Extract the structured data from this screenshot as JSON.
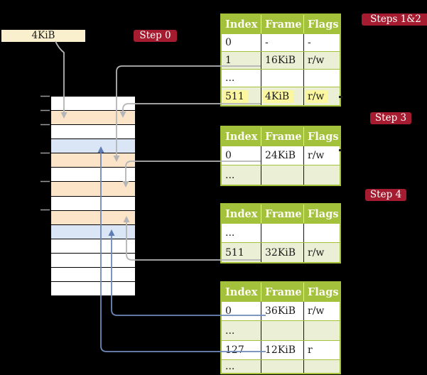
{
  "diagram_title": "page-table walk diagram",
  "colors": {
    "background": "#000000",
    "badge": "#A51C30",
    "table_header": "#A4C13C",
    "table_row_alt": "#EAEFD5",
    "table_border": "#A4C13C",
    "frame_label_bg": "#FBF0CE",
    "pagetable_frame": "#FCE4C9",
    "mapped_page": "#DAE5F5",
    "free_frame": "#FFFFFF",
    "highlight": "#FBF7A0",
    "gray_line": "#B3B5B7",
    "blue_line": "#6D89BA"
  },
  "frame_label": {
    "text": "4KiB"
  },
  "badges": {
    "step0": "Step 0",
    "steps12": "Steps 1&2",
    "step3": "Step 3",
    "step4": "Step 4"
  },
  "memory_column": {
    "rows": [
      {
        "type": "free_frame"
      },
      {
        "type": "pagetable_frame"
      },
      {
        "type": "free_frame"
      },
      {
        "type": "mapped_page"
      },
      {
        "type": "pagetable_frame"
      },
      {
        "type": "free_frame"
      },
      {
        "type": "pagetable_frame"
      },
      {
        "type": "free_frame"
      },
      {
        "type": "pagetable_frame"
      },
      {
        "type": "mapped_page"
      },
      {
        "type": "free_frame"
      },
      {
        "type": "free_frame"
      },
      {
        "type": "free_frame"
      },
      {
        "type": "free_frame"
      }
    ]
  },
  "tables": [
    {
      "label": "Steps 1&2",
      "headers": [
        "Index",
        "Frame",
        "Flags"
      ],
      "rows": [
        {
          "cells": [
            "0",
            "-",
            "-"
          ]
        },
        {
          "cells": [
            "1",
            "16KiB",
            "r/w"
          ]
        },
        {
          "cells": [
            "...",
            "",
            ""
          ]
        },
        {
          "cells": [
            "511",
            "4KiB",
            "r/w"
          ]
        }
      ]
    },
    {
      "label": "Step 3",
      "headers": [
        "Index",
        "Frame",
        "Flags"
      ],
      "rows": [
        {
          "cells": [
            "0",
            "24KiB",
            "r/w"
          ]
        },
        {
          "cells": [
            "...",
            "",
            ""
          ]
        }
      ]
    },
    {
      "label": "Step 4",
      "headers": [
        "Index",
        "Frame",
        "Flags"
      ],
      "rows": [
        {
          "cells": [
            "...",
            "",
            ""
          ]
        },
        {
          "cells": [
            "511",
            "32KiB",
            "r/w"
          ]
        }
      ]
    },
    {
      "label": "Step 4",
      "headers": [
        "Index",
        "Frame",
        "Flags"
      ],
      "rows": [
        {
          "cells": [
            "0",
            "36KiB",
            "r/w"
          ]
        },
        {
          "cells": [
            "...",
            "",
            ""
          ]
        },
        {
          "cells": [
            "127",
            "12KiB",
            "r"
          ]
        },
        {
          "cells": [
            "...",
            "",
            ""
          ]
        }
      ]
    }
  ]
}
